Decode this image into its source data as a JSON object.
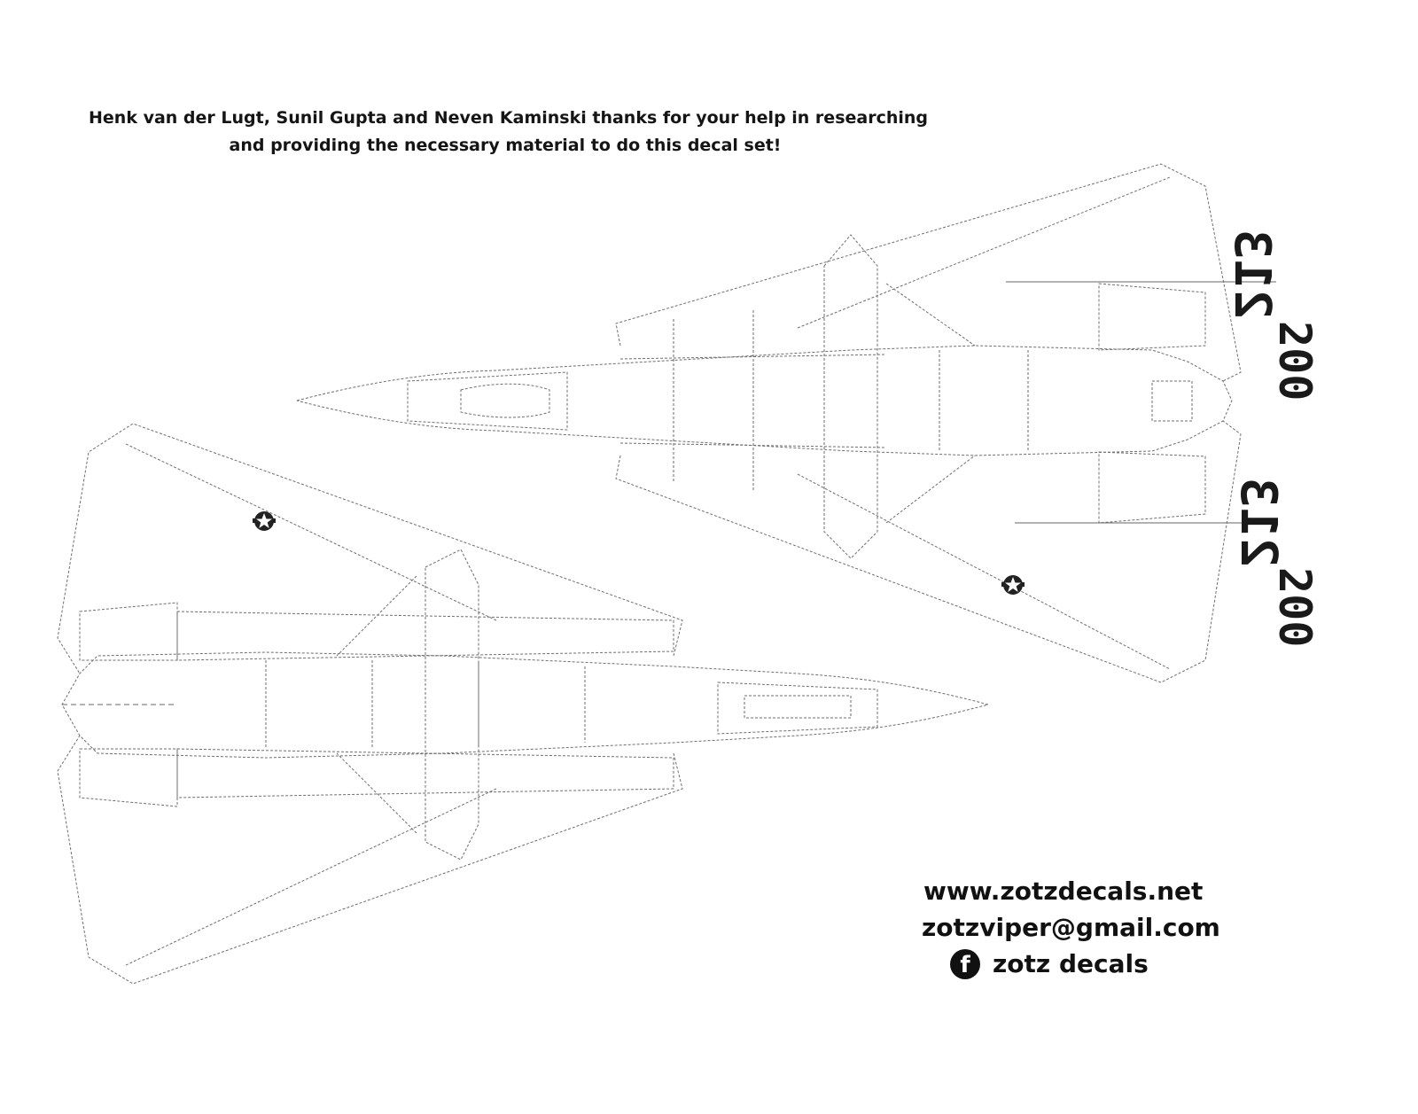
{
  "credits": {
    "line1": "Henk van der Lugt, Sunil Gupta and Neven Kaminski thanks for your help in researching",
    "line2": "and providing the necessary material to do this decal set!"
  },
  "markings": {
    "upper_left_code": "213",
    "upper_right_code": "200",
    "lower_left_code": "213",
    "lower_right_code": "200"
  },
  "contact": {
    "website": "www.zotzdecals.net",
    "email": "zotzviper@gmail.com",
    "facebook_icon_glyph": "f",
    "facebook": "zotz decals"
  },
  "colors": {
    "text": "#111111",
    "line_art": "#6e6e6e",
    "background": "#ffffff"
  },
  "icons": [
    "facebook-icon",
    "roundel-icon"
  ]
}
